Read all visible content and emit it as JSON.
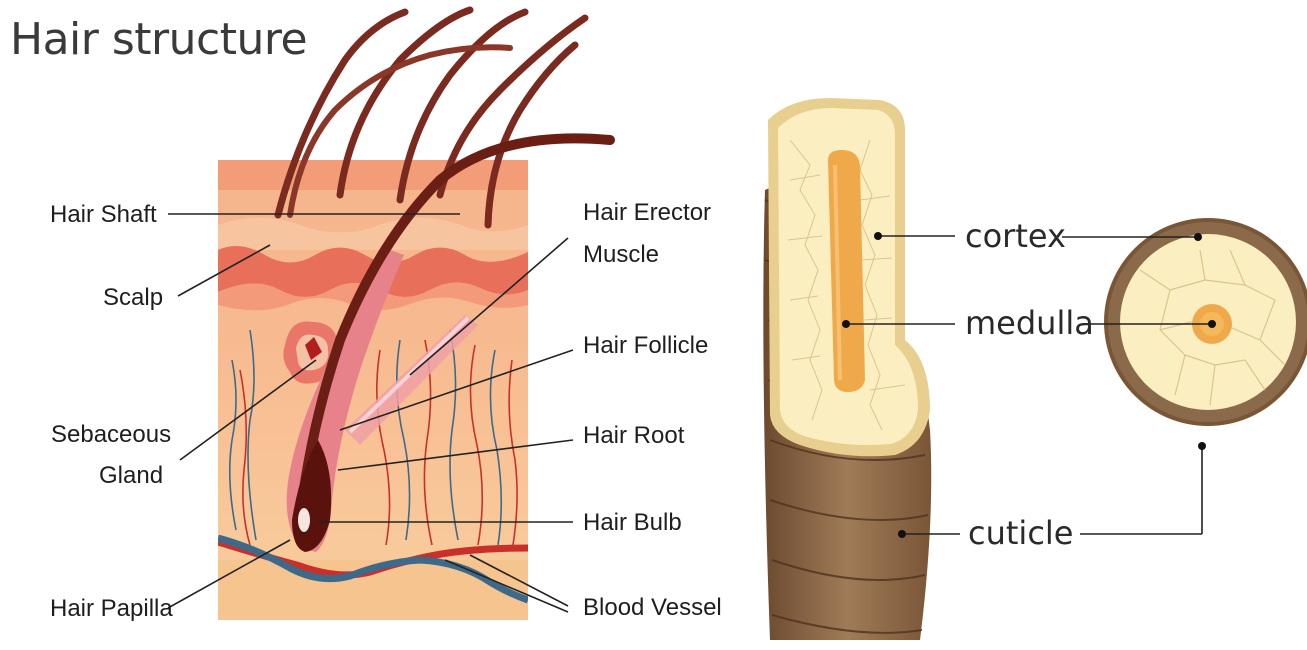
{
  "title": "Hair structure",
  "left_labels": {
    "hair_shaft": "Hair Shaft",
    "scalp": "Scalp",
    "sebaceous_gland_line1": "Sebaceous",
    "sebaceous_gland_line2": "Gland",
    "hair_papilla": "Hair Papilla"
  },
  "right_labels": {
    "hair_erector_line1": "Hair Erector",
    "hair_erector_line2": "Muscle",
    "hair_follicle": "Hair Follicle",
    "hair_root": "Hair Root",
    "hair_bulb": "Hair Bulb",
    "blood_vessel": "Blood Vessel"
  },
  "strand_labels": {
    "cortex": "cortex",
    "medulla": "medulla",
    "cuticle": "cuticle"
  },
  "colors": {
    "skin_top": "#f4a77e",
    "skin_band": "#e8705a",
    "dermis": "#f9c996",
    "hair": "#7a2a1e",
    "vein_blue": "#3d6a8a",
    "artery_red": "#c9302c",
    "cortex_fill": "#fbeec0",
    "medulla_fill": "#f0a94a",
    "cuticle_brown": "#8a6a4a"
  }
}
